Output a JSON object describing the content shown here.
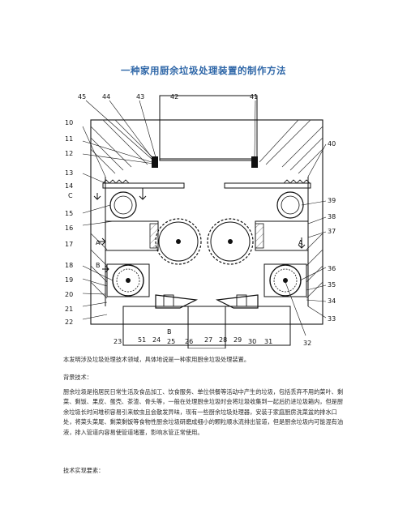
{
  "title": "一种家用厨余垃圾处理装置的制作方法",
  "figure": {
    "labels_left": [
      "45",
      "44",
      "43",
      "42",
      "10",
      "11",
      "12",
      "13",
      "14",
      "C",
      "15",
      "16",
      "17",
      "A",
      "18",
      "B",
      "19",
      "20",
      "21",
      "22"
    ],
    "labels_right": [
      "41",
      "40",
      "39",
      "38",
      "37",
      "A",
      "36",
      "35",
      "34",
      "33"
    ],
    "labels_bottom": [
      "23",
      "51",
      "24",
      "25",
      "26",
      "27",
      "28",
      "29",
      "30",
      "31",
      "32"
    ],
    "label_B_left": "B",
    "label_B_bottom": "B"
  },
  "intro": "本发明涉及垃圾处理技术领域，具体地说是一种家用厨余垃圾处理装置。",
  "background_heading": "背景技术：",
  "background_text": "厨余垃圾是指居民日常生活及食品加工、饮食服务、单位供餐等活动中产生的垃圾，包括丢弃不用的菜叶、剩菜、剩饭、果皮、蛋壳、茶渣、骨头等，一般在处理厨余垃圾时会将垃圾收集到一起后扔进垃圾箱内，但是厨余垃圾长时间堆积容易引来蚊虫且会散发异味，现有一些厨余垃圾处理器，安装于家庭厨房洗菜盆的排水口处，将菜头菜尾、剩菜剩饭等食物性厨余垃圾研磨成细小的颗粒顺水流排出管道，但是厨余垃圾内可能混有油液，排入管道内容易使管道堵塞，影响水管正常使用。",
  "tech_heading": "技术实现要素："
}
